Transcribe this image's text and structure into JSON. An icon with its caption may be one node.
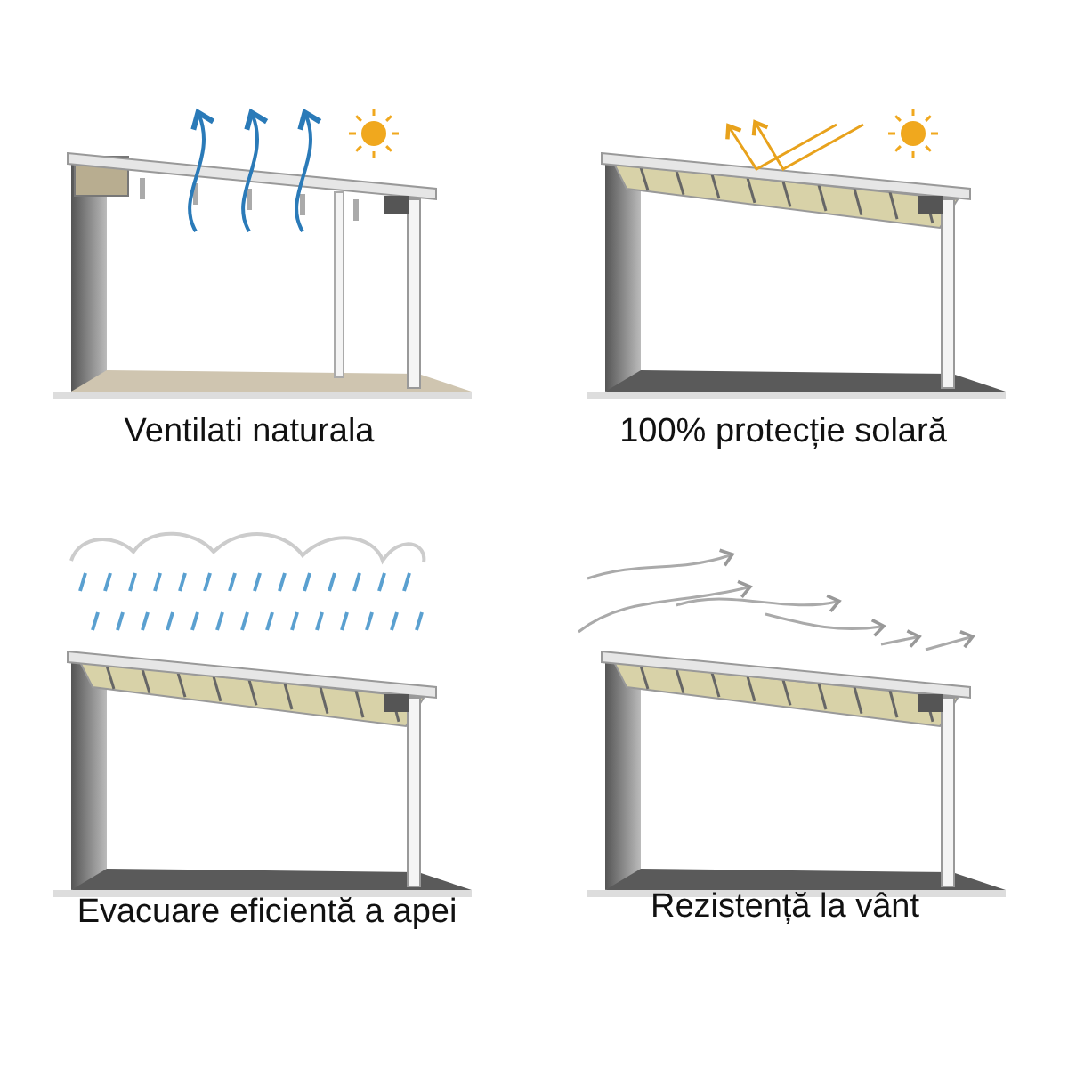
{
  "diagram": {
    "labels": [
      "Ventilati naturala",
      "100% protecție solară",
      "Evacuare eficientă a apei",
      "Rezistență la vânt"
    ]
  }
}
